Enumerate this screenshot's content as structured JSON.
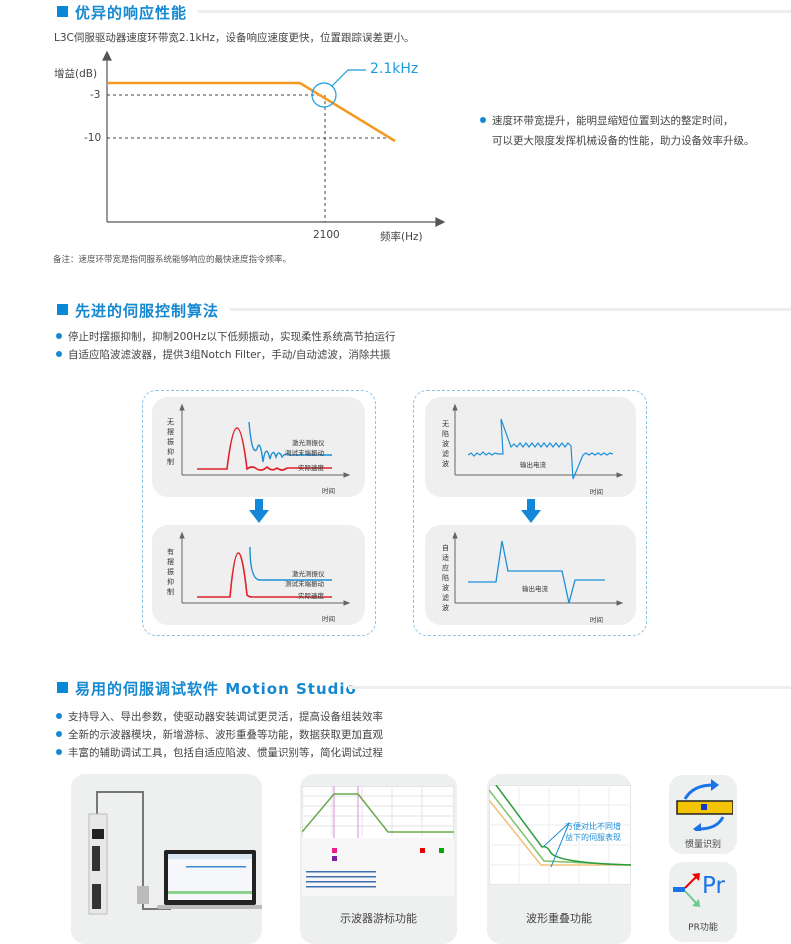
{
  "section1": {
    "title": "优异的响应性能",
    "subtitle": "L3C伺服驱动器速度环带宽2.1kHz，设备响应速度更快，位置跟踪误差更小。",
    "chart": {
      "y_label": "增益(dB)",
      "y_ticks": [
        "-3",
        "-10"
      ],
      "x_tick": "2100",
      "x_label": "频率(Hz)",
      "callout": "2.1kHz",
      "line_color": "#f39a1e",
      "accent": "#1c9be0"
    },
    "note": "备注：速度环带宽是指伺服系统能够响应的最快速度指令频率。",
    "bullet_line1": "速度环带宽提升，能明显缩短位置到达的整定时间，",
    "bullet_line2": "可以更大限度发挥机械设备的性能，助力设备效率升级。"
  },
  "section2": {
    "title": "先进的伺服控制算法",
    "bullets": [
      "停止时摆振抑制，抑制200Hz以下低频振动，实现柔性系统高节拍运行",
      "自适应陷波滤波器，提供3组Notch Filter，手动/自动滤波，消除共振"
    ],
    "left_top": {
      "y_label": "无摆振抑制",
      "legend1": "激光测振仪",
      "legend2": "测试末端振动",
      "legend3": "实际速度",
      "x_label": "时间"
    },
    "left_bottom": {
      "y_label": "有摆振抑制",
      "legend1": "激光测振仪",
      "legend2": "测试末端振动",
      "legend3": "实际速度",
      "x_label": "时间"
    },
    "right_top": {
      "y_label": "无陷波滤波",
      "legend": "输出电流",
      "x_label": "时间"
    },
    "right_bottom": {
      "y_label": "自适应陷波滤波",
      "legend": "输出电流",
      "x_label": "时间"
    }
  },
  "section3": {
    "title": "易用的伺服调试软件 Motion Studio",
    "bullets": [
      "支持导入、导出参数，使驱动器安装调试更灵活，提高设备组装效率",
      "全新的示波器模块，新增游标、波形重叠等功能，数据获取更加直观",
      "丰富的辅助调试工具，包括自适应陷波、惯量识别等，简化调试过程"
    ],
    "cards": {
      "scope": "示波器游标功能",
      "overlay": "波形重叠功能",
      "overlay_annotation1": "方便对比不同增",
      "overlay_annotation2": "益下的伺服表现",
      "inertia": "惯量识别",
      "pr": "PR功能",
      "pr_logo": "Pr"
    }
  }
}
